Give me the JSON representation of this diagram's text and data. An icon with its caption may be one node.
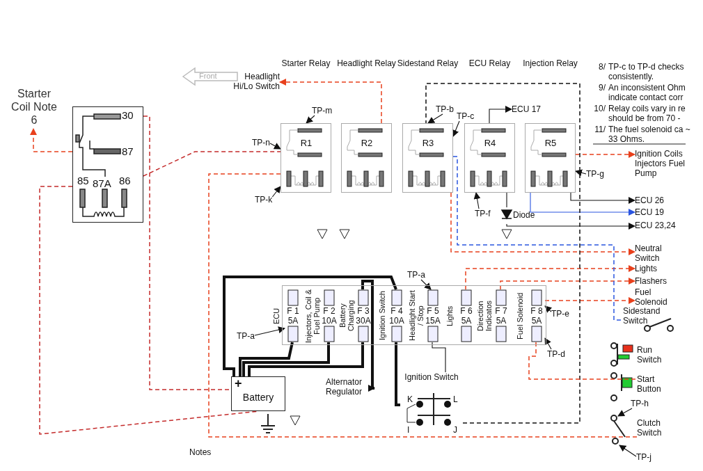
{
  "diagram": {
    "nodes": [
      {
        "text": [
          "30",
          "87",
          "85",
          "86",
          "87A"
        ]
      },
      {
        "text": [
          "Starter Coil Note 6"
        ]
      },
      {
        "text": [
          "Front"
        ]
      },
      {
        "text": [
          "R1"
        ]
      },
      {
        "text": [
          "R2"
        ]
      },
      {
        "text": [
          "R3"
        ]
      },
      {
        "text": [
          "R4"
        ]
      },
      {
        "text": [
          "R5"
        ]
      },
      {
        "text": [
          "Headlight Hi/Lo Switch"
        ]
      },
      {
        "text": [
          "ECU 17"
        ]
      },
      {
        "text": [
          "Ignition Coils Injectors Fuel Pump"
        ]
      },
      {
        "text": [
          "ECU 26"
        ]
      },
      {
        "text": [
          "ECU 19"
        ]
      },
      {
        "text": [
          "ECU 23,24"
        ]
      },
      {
        "text": [
          "Neutral Switch"
        ]
      },
      {
        "text": [
          "Lights"
        ]
      },
      {
        "text": [
          "Flashers"
        ]
      },
      {
        "text": [
          "Fuel Solenoid"
        ]
      },
      {
        "text": [],
        "shape": "box"
      },
      {
        "text": [
          "F 1",
          "5A"
        ],
        "beside": [
          "ECU"
        ],
        "in": 18
      },
      {
        "text": [
          "F 2",
          "10A"
        ],
        "beside": [
          "Injectors, Coil & Fuel Pump"
        ],
        "in": 18
      },
      {
        "text": [
          "F 3",
          "30A"
        ],
        "beside": [
          "Battery Charging"
        ],
        "in": 18
      },
      {
        "text": [
          "F 4",
          "10A"
        ],
        "beside": [
          "Ignition Switch"
        ],
        "in": 18
      },
      {
        "text": [
          "F 5",
          "15A"
        ],
        "beside": [
          "Headlight Start / Stop"
        ],
        "in": 18
      },
      {
        "text": [
          "F 6",
          "5A"
        ],
        "beside": [
          "Lights"
        ],
        "in": 18
      },
      {
        "text": [
          "F 7",
          "5A"
        ],
        "beside": [
          "Direction Indicatos"
        ],
        "in": 18
      },
      {
        "text": [
          "F 8",
          "5A"
        ],
        "beside": [
          "Fuel Solenoid"
        ],
        "in": 18
      },
      {
        "text": [
          "+",
          "Battery"
        ]
      },
      {
        "text": [
          "Alternator Regulator"
        ]
      },
      {
        "text": [
          "Ignition Switch",
          "K",
          "L",
          "I",
          "J"
        ]
      },
      {
        "text": [
          "Sidestand Switch"
        ]
      },
      {
        "text": [
          "Run Switch"
        ]
      },
      {
        "text": [
          "Start Button"
        ]
      },
      {
        "text": [
          "Clutch Switch"
        ]
      },
      {
        "text": [
          "Diode"
        ]
      },
      {
        "text": [
          "TP-m"
        ]
      },
      {
        "text": [
          "TP-n"
        ]
      },
      {
        "text": [
          "TP-k"
        ]
      },
      {
        "text": [
          "TP-b"
        ]
      },
      {
        "text": [
          "TP-c"
        ]
      },
      {
        "text": [
          "TP-g"
        ]
      },
      {
        "text": [
          "TP-f"
        ]
      },
      {
        "text": [
          "TP-a"
        ]
      },
      {
        "text": [
          "TP-a"
        ]
      },
      {
        "text": [
          "TP-e"
        ]
      },
      {
        "text": [
          "TP-d"
        ]
      },
      {
        "text": [
          "TP-h"
        ]
      },
      {
        "text": [
          "TP-j"
        ]
      }
    ],
    "edges": [
      {
        "from": 0,
        "to": 1,
        "arrow": "to",
        "style": "dashed",
        "color": "#e8401c"
      },
      {
        "from": 0,
        "to": 3,
        "arrow": "none",
        "style": "dashed",
        "color": "#c42b2b"
      },
      {
        "from": 0,
        "to": 27,
        "arrow": "none",
        "style": "dashed",
        "color": "#c42b2b"
      },
      {
        "from": 0,
        "to": 27,
        "arrow": "none",
        "style": "dashed",
        "color": "#c42b2b"
      },
      {
        "from": 4,
        "to": 8,
        "arrow": "to",
        "style": "dashed",
        "color": "#e8401c"
      },
      {
        "from": 6,
        "to": 9,
        "arrow": "to"
      },
      {
        "from": 7,
        "to": 10,
        "arrow": "to",
        "style": "dashed",
        "color": "#e8401c"
      },
      {
        "from": 7,
        "to": 11,
        "arrow": "to"
      },
      {
        "from": 7,
        "to": 12,
        "arrow": "to",
        "color": "#2a55e0"
      },
      {
        "from": 34,
        "to": 13,
        "arrow": "to"
      },
      {
        "from": 6,
        "to": 34,
        "arrow": "none"
      },
      {
        "from": 5,
        "to": 14,
        "arrow": "to",
        "style": "dashed",
        "color": "#e8401c"
      },
      {
        "from": 24,
        "to": 15,
        "arrow": "to",
        "style": "dashed",
        "color": "#e8401c"
      },
      {
        "from": 25,
        "to": 16,
        "arrow": "to",
        "style": "dashed",
        "color": "#e8401c"
      },
      {
        "from": 26,
        "to": 17,
        "arrow": "to",
        "style": "dashed",
        "color": "#e8401c"
      },
      {
        "from": 21,
        "to": 28,
        "arrow": "to",
        "style": "thick"
      },
      {
        "from": 27,
        "to": 19,
        "arrow": "none",
        "style": "thick"
      },
      {
        "from": 27,
        "to": 20,
        "arrow": "none",
        "style": "thick"
      },
      {
        "from": 27,
        "to": 21,
        "arrow": "none",
        "style": "thick"
      },
      {
        "from": 27,
        "to": 22,
        "arrow": "none",
        "style": "thick"
      },
      {
        "from": 22,
        "to": 29,
        "arrow": "none",
        "style": "thick"
      },
      {
        "from": 29,
        "to": 23,
        "arrow": "none"
      },
      {
        "from": 29,
        "to": 5,
        "arrow": "none",
        "style": "dashed"
      },
      {
        "from": 5,
        "to": 30,
        "arrow": "none",
        "style": "dashed",
        "color": "#2a55e0"
      },
      {
        "from": 26,
        "to": 32,
        "arrow": "none",
        "style": "dashed",
        "color": "#e8401c"
      },
      {
        "from": 3,
        "to": 33,
        "arrow": "none",
        "style": "dashed",
        "color": "#e8401c"
      },
      {
        "from": 35,
        "to": 3,
        "arrow": "to"
      },
      {
        "from": 36,
        "to": 3,
        "arrow": "to"
      },
      {
        "from": 37,
        "to": 3,
        "arrow": "to"
      },
      {
        "from": 38,
        "to": 5,
        "arrow": "to"
      },
      {
        "from": 39,
        "to": 5,
        "arrow": "to"
      },
      {
        "from": 40,
        "to": 7,
        "arrow": "to"
      },
      {
        "from": 41,
        "to": 6,
        "arrow": "to"
      },
      {
        "from": 42,
        "to": 23,
        "arrow": "to"
      },
      {
        "from": 43,
        "to": 19,
        "arrow": "to"
      },
      {
        "from": 44,
        "to": 26,
        "arrow": "to"
      },
      {
        "from": 45,
        "to": 26,
        "arrow": "to"
      },
      {
        "from": 46,
        "to": null,
        "arrow": "to"
      },
      {
        "from": 47,
        "to": null,
        "arrow": "to"
      }
    ],
    "labels": [
      "Starter Relay",
      "Headlight Relay",
      "Sidestand Relay",
      "ECU Relay",
      "Injection Relay",
      "8/",
      "TP-c to TP-d checks consistently.",
      "9/",
      "An inconsistent Ohm indicate contact corr",
      "10/",
      "Relay coils vary in re should be from 70 -",
      "11/",
      "The fuel solenoid ca ~ 33 Ohms.",
      "Notes"
    ]
  }
}
